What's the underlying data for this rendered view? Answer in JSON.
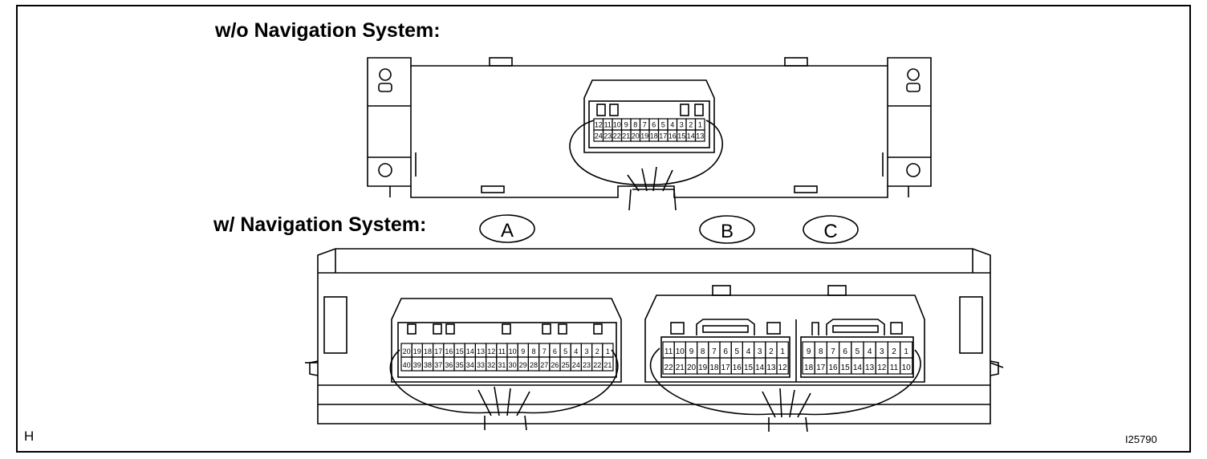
{
  "labels": {
    "without_nav": "w/o Navigation System:",
    "with_nav": "w/ Navigation System:",
    "corner_code": "H",
    "figure_id": "I25790"
  },
  "connector_labels": {
    "a": "A",
    "b": "B",
    "c": "C"
  },
  "audio_unit_pins": {
    "top_row": [
      "12",
      "11",
      "10",
      "9",
      "8",
      "7",
      "6",
      "5",
      "4",
      "3",
      "2",
      "1"
    ],
    "bottom_row": [
      "24",
      "23",
      "22",
      "21",
      "20",
      "19",
      "18",
      "17",
      "16",
      "15",
      "14",
      "13"
    ]
  },
  "connector_a_pins": {
    "top_row": [
      "20",
      "19",
      "18",
      "17",
      "16",
      "15",
      "14",
      "13",
      "12",
      "11",
      "10",
      "9",
      "8",
      "7",
      "6",
      "5",
      "4",
      "3",
      "2",
      "1"
    ],
    "bottom_row": [
      "40",
      "39",
      "38",
      "37",
      "36",
      "35",
      "34",
      "33",
      "32",
      "31",
      "30",
      "29",
      "28",
      "27",
      "26",
      "25",
      "24",
      "23",
      "22",
      "21"
    ]
  },
  "connector_b_pins": {
    "top_row": [
      "11",
      "10",
      "9",
      "8",
      "7",
      "6",
      "5",
      "4",
      "3",
      "2",
      "1"
    ],
    "bottom_row": [
      "22",
      "21",
      "20",
      "19",
      "18",
      "17",
      "16",
      "15",
      "14",
      "13",
      "12"
    ]
  },
  "connector_c_pins": {
    "top_row": [
      "9",
      "8",
      "7",
      "6",
      "5",
      "4",
      "3",
      "2",
      "1"
    ],
    "bottom_row": [
      "18",
      "17",
      "16",
      "15",
      "14",
      "13",
      "12",
      "11",
      "10"
    ]
  }
}
